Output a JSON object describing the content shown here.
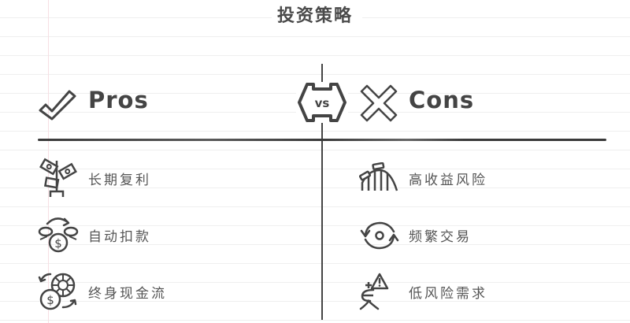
{
  "title": "投资策略",
  "pros": {
    "header": "Pros",
    "icon": "checkmark-icon",
    "items": [
      {
        "label": "长期复利",
        "icon": "money-tree-icon"
      },
      {
        "label": "自动扣款",
        "icon": "coin-transfer-icon"
      },
      {
        "label": "终身现金流",
        "icon": "cash-flow-cycle-icon"
      }
    ]
  },
  "cons": {
    "header": "Cons",
    "icon": "x-mark-icon",
    "items": [
      {
        "label": "高收益风险",
        "icon": "roller-coaster-icon"
      },
      {
        "label": "频繁交易",
        "icon": "refresh-cycle-icon"
      },
      {
        "label": "低风险需求",
        "icon": "person-warning-icon"
      }
    ]
  },
  "versus": {
    "label": "VS",
    "icon": "versus-badge-icon"
  },
  "colors": {
    "ink": "#444444",
    "text": "#555555",
    "ruled_line": "#efefef",
    "margin_line": "#f6dfe3",
    "background": "#ffffff"
  }
}
